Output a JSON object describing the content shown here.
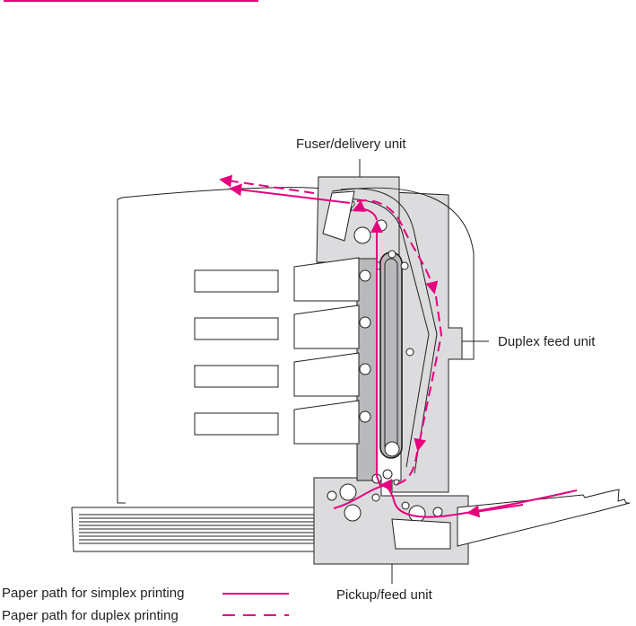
{
  "colors": {
    "accent": "#e6007e",
    "outline": "#231f20",
    "unit_fill": "#dcdcde",
    "cartridge_fill": "#b9b9bc"
  },
  "labels": {
    "fuser_delivery_unit": "Fuser/delivery unit",
    "duplex_feed_unit": "Duplex feed unit",
    "pickup_feed_unit": "Pickup/feed unit"
  },
  "legend": {
    "simplex": "Paper path for simplex printing",
    "duplex": "Paper path for duplex printing"
  }
}
